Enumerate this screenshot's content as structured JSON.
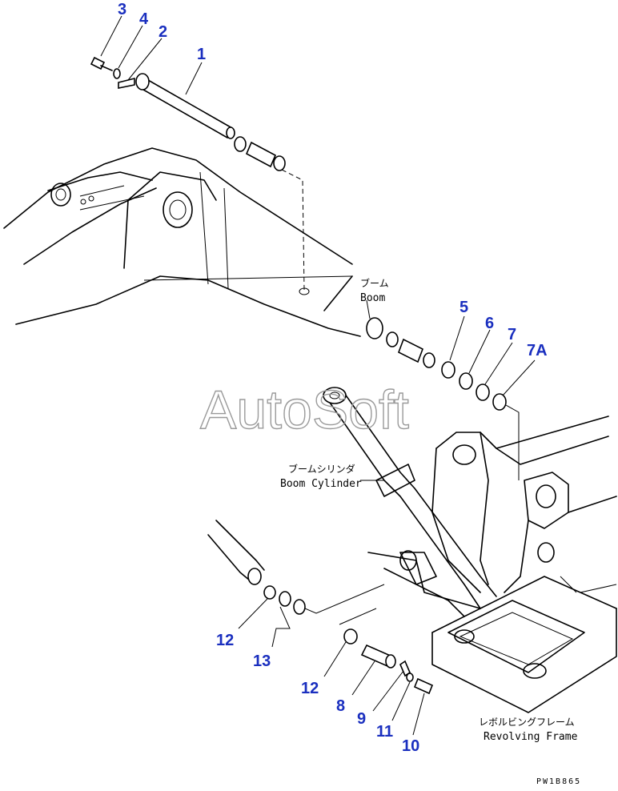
{
  "diagram": {
    "labels": {
      "boom_jp": "ブーム",
      "boom_en": "Boom",
      "cylinder_jp": "ブームシリンダ",
      "cylinder_en": "Boom Cylinder",
      "frame_jp": "レボルビングフレーム",
      "frame_en": "Revolving Frame"
    },
    "watermark": "AutoSoft",
    "drawing_code": "PW1B865",
    "callouts": {
      "c1": "1",
      "c2": "2",
      "c3": "3",
      "c4": "4",
      "c5": "5",
      "c6": "6",
      "c7": "7",
      "c7a": "7A",
      "c8": "8",
      "c9": "9",
      "c10": "10",
      "c11": "11",
      "c12a": "12",
      "c12b": "12",
      "c13": "13"
    },
    "callout_color": "#1a2fbf"
  }
}
